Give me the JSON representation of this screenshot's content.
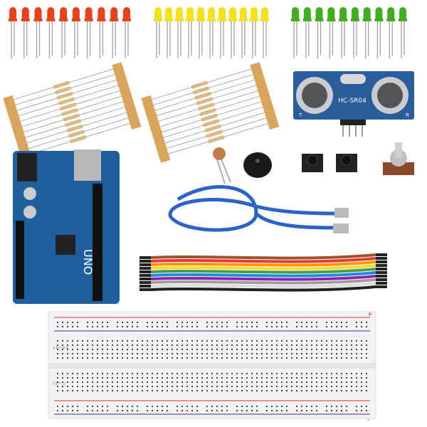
{
  "components": {
    "leds": [
      {
        "color_name": "red",
        "color": "#e8421c",
        "count": 10
      },
      {
        "color_name": "yellow",
        "color": "#f2e21a",
        "count": 11
      },
      {
        "color_name": "green",
        "color": "#3fae1f",
        "count": 10
      }
    ],
    "resistor_strips": 2,
    "ultrasonic_sensor": {
      "label": "HC-SR04",
      "left_mark": "T",
      "right_mark": "R",
      "color": "#2a5d9c"
    },
    "arduino": {
      "label": "UNO",
      "color": "#1f5f9e"
    },
    "usb_cable_color": "#2b63c9",
    "jumper_wire_colors": [
      "#a0522d",
      "#e53935",
      "#ff9800",
      "#fdd835",
      "#43a047",
      "#1e88e5",
      "#8e24aa",
      "#9e9e9e",
      "#ffffff",
      "#212121"
    ],
    "breadboard": {
      "rail_plus": "+",
      "rail_minus": "-",
      "row_letters_top": "a b c d e",
      "row_letters_bottom": "f g h i j"
    }
  }
}
